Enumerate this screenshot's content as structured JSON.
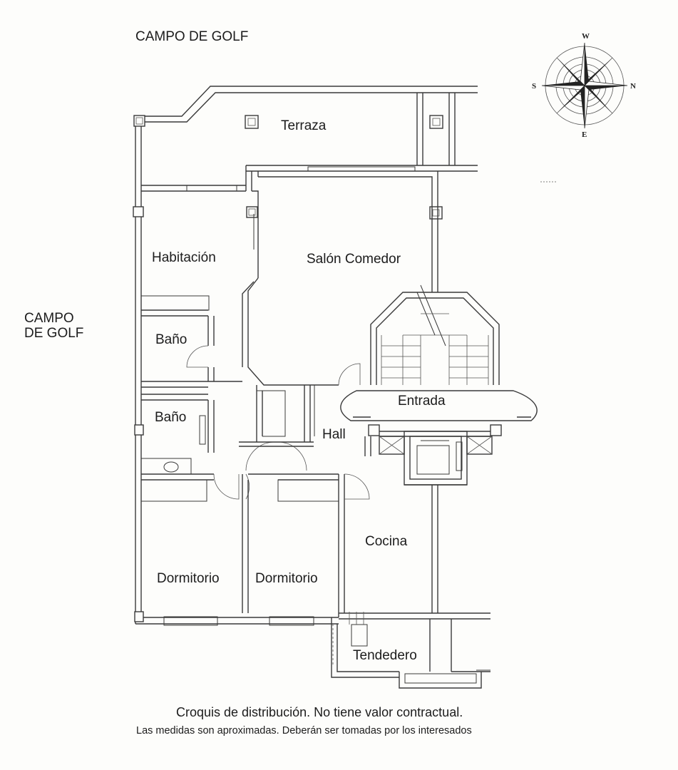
{
  "labels": {
    "golf_top": "CAMPO DE GOLF",
    "golf_left": "CAMPO\nDE GOLF",
    "terraza": "Terraza",
    "habitacion": "Habitación",
    "salon": "Salón Comedor",
    "bano1": "Baño",
    "bano2": "Baño",
    "entrada": "Entrada",
    "hall": "Hall",
    "cocina": "Cocina",
    "dormitorio1": "Dormitorio",
    "dormitorio2": "Dormitorio",
    "tendedero": "Tendedero"
  },
  "compass": {
    "n": "N",
    "s": "S",
    "e": "E",
    "w": "W"
  },
  "footer": {
    "line1": "Croquis  de distribución. No tiene valor contractual.",
    "line2": "Las medidas son aproximadas. Deberán ser tomadas por los interesados"
  }
}
